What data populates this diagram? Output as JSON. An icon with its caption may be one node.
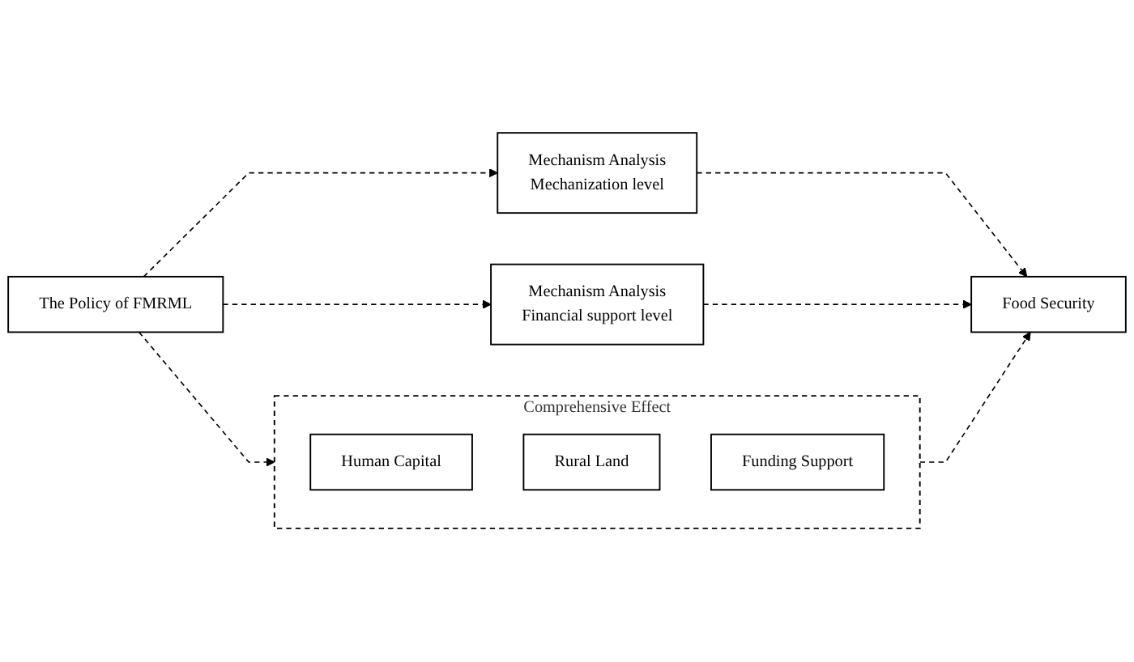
{
  "diagram": {
    "nodes": [
      {
        "text": [
          "The Policy of FMRML"
        ]
      },
      {
        "text": [
          "Mechanism Analysis",
          "Mechanization level"
        ]
      },
      {
        "text": [
          "Comprehensive Effect"
        ]
      },
      {
        "text": [
          "Human Capital"
        ],
        "in": 2
      },
      {
        "text": [
          "Rural Land"
        ],
        "in": 2
      },
      {
        "text": [
          "Funding Support"
        ],
        "in": 2
      },
      {
        "text": [
          "Mechanism Analysis",
          "Financial support level"
        ]
      },
      {
        "text": [
          "Food Security"
        ]
      }
    ],
    "edges": [
      {
        "from": 0,
        "to": 1,
        "arrow": "to",
        "style": "dashed"
      },
      {
        "from": 0,
        "to": 2,
        "arrow": "to",
        "style": "dashed"
      },
      {
        "from": 0,
        "to": 6,
        "arrow": "to",
        "style": "dashed"
      },
      {
        "from": 1,
        "to": 7,
        "arrow": "to",
        "style": "dashed"
      },
      {
        "from": 2,
        "to": 7,
        "arrow": "to",
        "style": "dashed"
      },
      {
        "from": 6,
        "to": 7,
        "arrow": "to",
        "style": "dashed"
      }
    ]
  }
}
